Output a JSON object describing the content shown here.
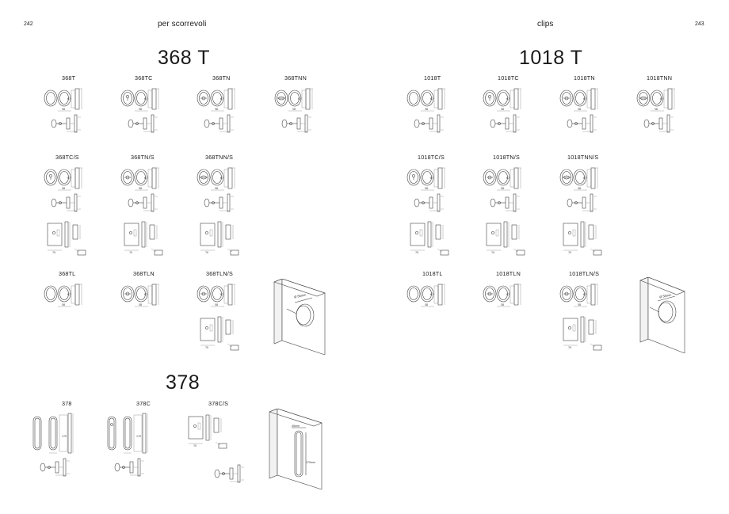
{
  "pages": {
    "left": {
      "number": "242",
      "title": "per scorrevoli"
    },
    "right": {
      "number": "243",
      "title": "clips"
    }
  },
  "sections": [
    {
      "id": "368t",
      "title": "368 T",
      "rows": [
        [
          "368T",
          "368TC",
          "368TN",
          "368TNN"
        ],
        [
          "368TC/S",
          "368TN/S",
          "368TNN/S"
        ],
        [
          "368TL",
          "368TLN",
          "368TLN/S"
        ]
      ]
    },
    {
      "id": "378",
      "title": "378",
      "rows": [
        [
          "378",
          "378C",
          "378C/S"
        ]
      ]
    },
    {
      "id": "1018t",
      "title": "1018 T",
      "rows": [
        [
          "1018T",
          "1018TC",
          "1018TN",
          "1018TNN"
        ],
        [
          "1018TC/S",
          "1018TN/S",
          "1018TNN/S"
        ],
        [
          "1018TL",
          "1018TLN",
          "1018TLN/S"
        ]
      ]
    }
  ],
  "dimension_labels": {
    "round": "Ø 58mm",
    "slot": "45mm",
    "depth": "170mm"
  }
}
